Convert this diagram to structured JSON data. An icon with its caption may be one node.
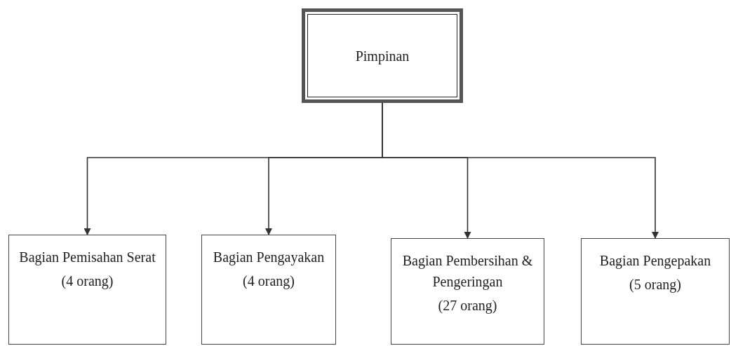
{
  "diagram": {
    "nodes": [
      {
        "text": [
          "Pimpinan"
        ]
      },
      {
        "text": [
          "Bagian Pemisahan Serat",
          "(4 orang)"
        ]
      },
      {
        "text": [
          "Bagian Pengayakan",
          "(4 orang)"
        ]
      },
      {
        "text": [
          "Bagian Pembersihan & Pengeringan",
          "(27 orang)"
        ]
      },
      {
        "text": [
          "Bagian Pengepakan",
          "(5 orang)"
        ]
      }
    ],
    "edges": [
      {
        "from": 0,
        "to": 1,
        "arrow": "to"
      },
      {
        "from": 0,
        "to": 2,
        "arrow": "to"
      },
      {
        "from": 0,
        "to": 3,
        "arrow": "to"
      },
      {
        "from": 0,
        "to": 4,
        "arrow": "to"
      }
    ]
  }
}
